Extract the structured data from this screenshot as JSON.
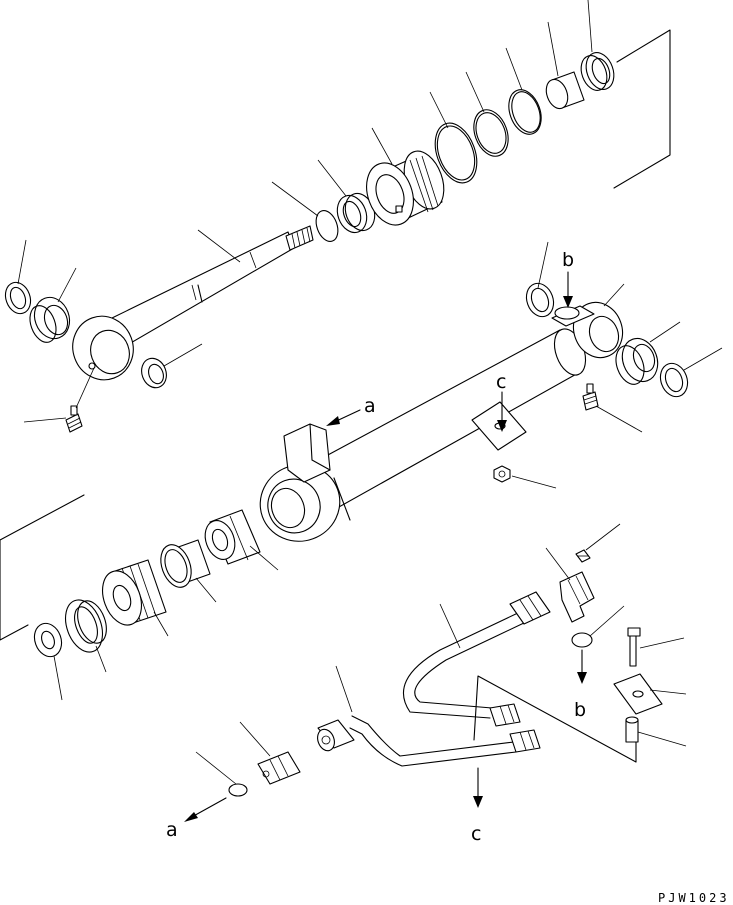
{
  "refs": {
    "a_top": "a",
    "b_top": "b",
    "c_top": "c",
    "a_bottom": "a",
    "b_bottom": "b",
    "c_bottom": "c"
  },
  "drawing_code": "PJW1023"
}
